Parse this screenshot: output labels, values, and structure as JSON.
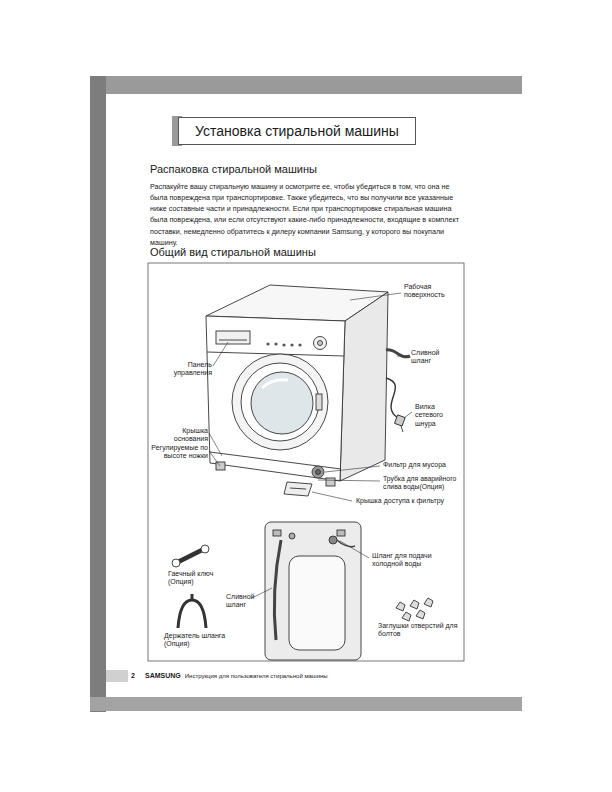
{
  "diagram": {
    "title": "Установка стиральной машины",
    "labels": [
      "Распаковка стиральной машины",
      "Распакуйте вашу стиральную машину и осмотрите ее, чтобы убедиться в том, что она не была повреждена при транспортировке. Также убедитесь, что вы получили все указанные ниже составные части и принадлежности. Если при транспортировке стиральная машина была повреждена, или если отсутствуют какие-либо принадлежности, входящие в комплект поставки, немедленно обратитесь к дилеру компании Samsung, у которого вы покупали машину.",
      "Общий вид стиральной машины",
      "Рабочая поверхность",
      "Сливной шланг",
      "Панель управления",
      "Вилка сетевого шнура",
      "Крышка основания",
      "Регулируемые по высоте ножки",
      "Фильтр для мусора",
      "Трубка для аварийного слива воды(Опция)",
      "Крышка доступа к фильтру",
      "Шланг для подачи холодной воды",
      "Гаечный ключ (Опция)",
      "Сливной шланг",
      "Заглушки отверстий для болтов",
      "Держатель шланга (Опция)",
      "2",
      "SAMSUNG",
      "Инструкция для пользователя стиральной машины"
    ]
  }
}
